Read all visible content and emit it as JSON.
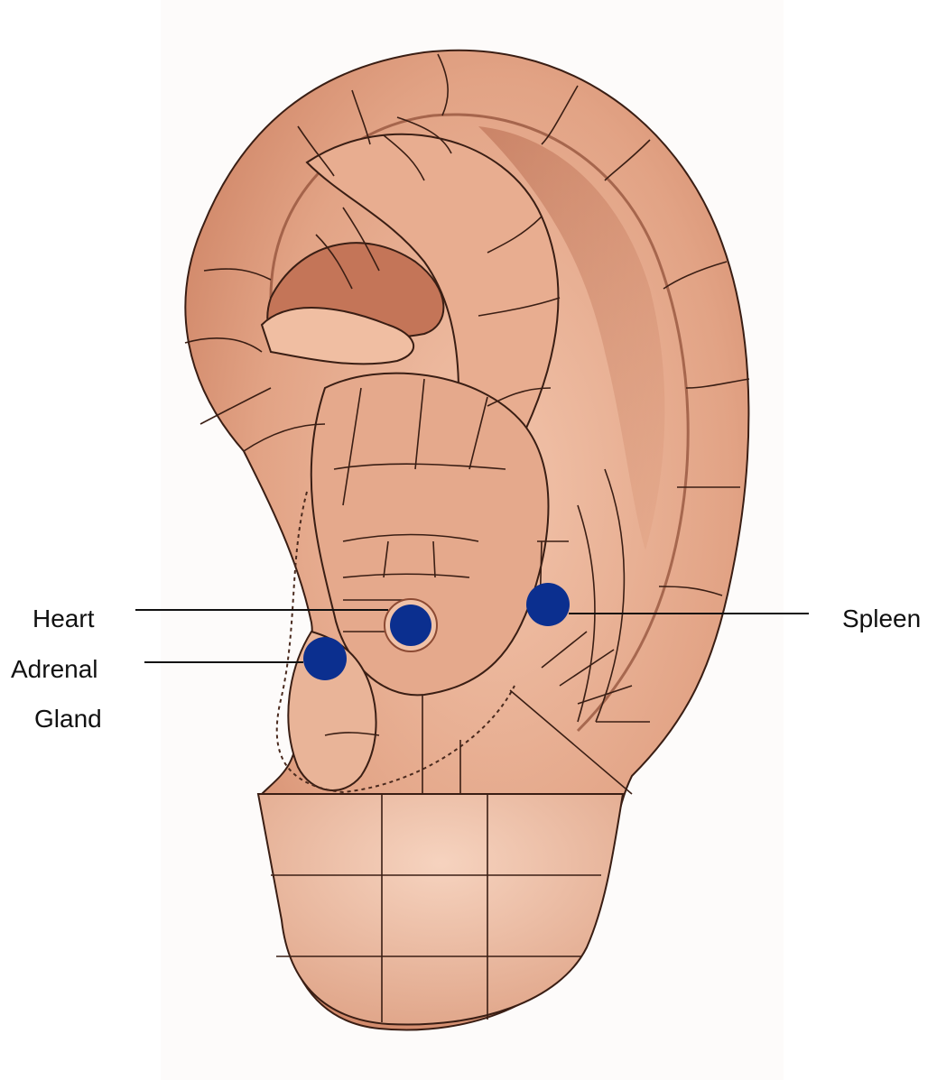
{
  "labels": {
    "heart": "Heart",
    "adrenal_line1": "Adrenal",
    "adrenal_line2": "Gland",
    "spleen": "Spleen"
  },
  "colors": {
    "skin": "#e0a084",
    "skin_light": "#efc2a8",
    "skin_dark": "#b86a4e",
    "outline": "#3a1e14",
    "point": "#0b2f8f",
    "leader": "#111111"
  },
  "points": [
    "heart-point",
    "adrenal-gland-point",
    "spleen-point"
  ]
}
